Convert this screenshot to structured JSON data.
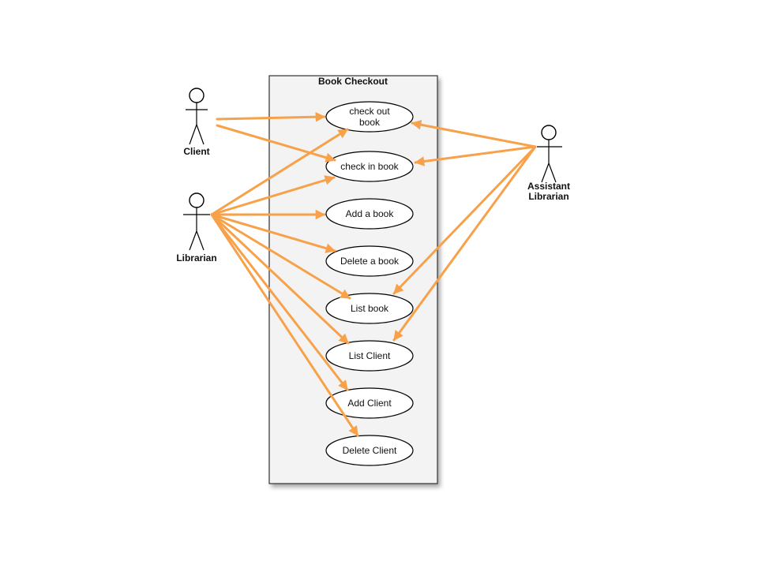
{
  "system_boundary": {
    "title": "Book Checkout"
  },
  "actors": [
    {
      "id": "client",
      "label_lines": [
        "Client"
      ]
    },
    {
      "id": "librarian",
      "label_lines": [
        "Librarian"
      ]
    },
    {
      "id": "assistant",
      "label_lines": [
        "Assistant",
        "Librarian"
      ]
    }
  ],
  "use_cases": [
    {
      "id": "checkout",
      "label_lines": [
        "check out",
        "book"
      ]
    },
    {
      "id": "checkin",
      "label_lines": [
        "check in book"
      ]
    },
    {
      "id": "addbook",
      "label_lines": [
        "Add a book"
      ]
    },
    {
      "id": "deletebook",
      "label_lines": [
        "Delete a book"
      ]
    },
    {
      "id": "listbook",
      "label_lines": [
        "List book"
      ]
    },
    {
      "id": "listclient",
      "label_lines": [
        "List Client"
      ]
    },
    {
      "id": "addclient",
      "label_lines": [
        "Add Client"
      ]
    },
    {
      "id": "deleteclient",
      "label_lines": [
        "Delete Client"
      ]
    }
  ],
  "associations": [
    {
      "from": "client",
      "to": "checkout"
    },
    {
      "from": "client",
      "to": "checkin"
    },
    {
      "from": "librarian",
      "to": "checkout"
    },
    {
      "from": "librarian",
      "to": "checkin"
    },
    {
      "from": "librarian",
      "to": "addbook"
    },
    {
      "from": "librarian",
      "to": "deletebook"
    },
    {
      "from": "librarian",
      "to": "listbook"
    },
    {
      "from": "librarian",
      "to": "listclient"
    },
    {
      "from": "librarian",
      "to": "addclient"
    },
    {
      "from": "librarian",
      "to": "deleteclient"
    },
    {
      "from": "assistant",
      "to": "checkout"
    },
    {
      "from": "assistant",
      "to": "checkin"
    },
    {
      "from": "assistant",
      "to": "listbook"
    },
    {
      "from": "assistant",
      "to": "listclient"
    }
  ],
  "colors": {
    "association_arrow": "#f7a24a",
    "boundary_fill": "#f3f3f3",
    "boundary_stroke": "#333333",
    "use_case_fill": "#ffffff",
    "outline": "#000000"
  }
}
